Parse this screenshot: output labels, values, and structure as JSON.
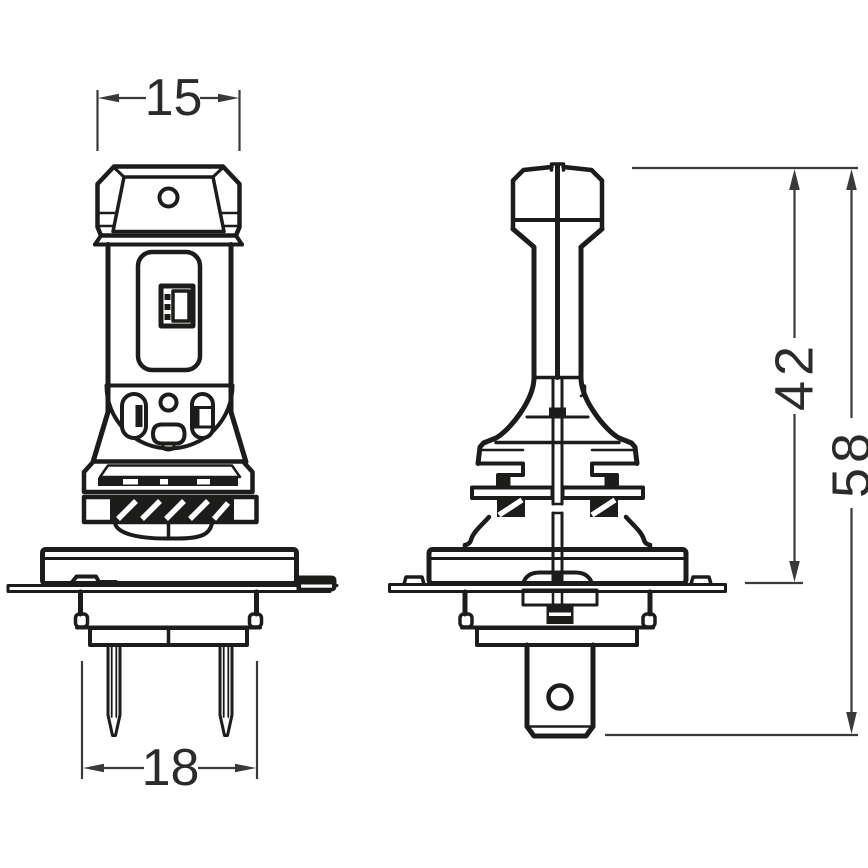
{
  "page": {
    "background": "#ffffff"
  },
  "drawing": {
    "line_color": "#1c1c1a",
    "dimension_color": "#3a3a38",
    "dimensions": {
      "cap_width": {
        "value": "15"
      },
      "base_width": {
        "value": "18"
      },
      "upper_height": {
        "value": "42"
      },
      "total_height": {
        "value": "58"
      }
    }
  }
}
